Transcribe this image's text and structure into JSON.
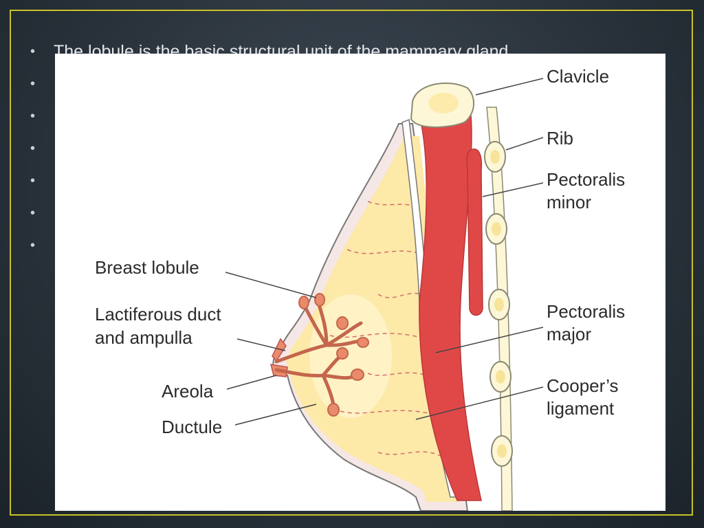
{
  "slide": {
    "bullets": [
      "The lobule is the basic structural unit of the mammary gland",
      "",
      "",
      "",
      "",
      "",
      ""
    ]
  },
  "figure": {
    "labels": {
      "clavicle": "Clavicle",
      "rib": "Rib",
      "pectoralis_minor_1": "Pectoralis",
      "pectoralis_minor_2": "minor",
      "pectoralis_major_1": "Pectoralis",
      "pectoralis_major_2": "major",
      "coopers_1": "Cooper’s",
      "coopers_2": "ligament",
      "breast_lobule": "Breast lobule",
      "lactiferous_1": "Lactiferous duct",
      "lactiferous_2": "and ampulla",
      "areola": "Areola",
      "ductule": "Ductule"
    },
    "colors": {
      "muscle": "#e04848",
      "tissue": "#fde9a8",
      "duct": "#e98a6a",
      "bone": "#fdf7d8",
      "frame": "#c9c227"
    }
  }
}
